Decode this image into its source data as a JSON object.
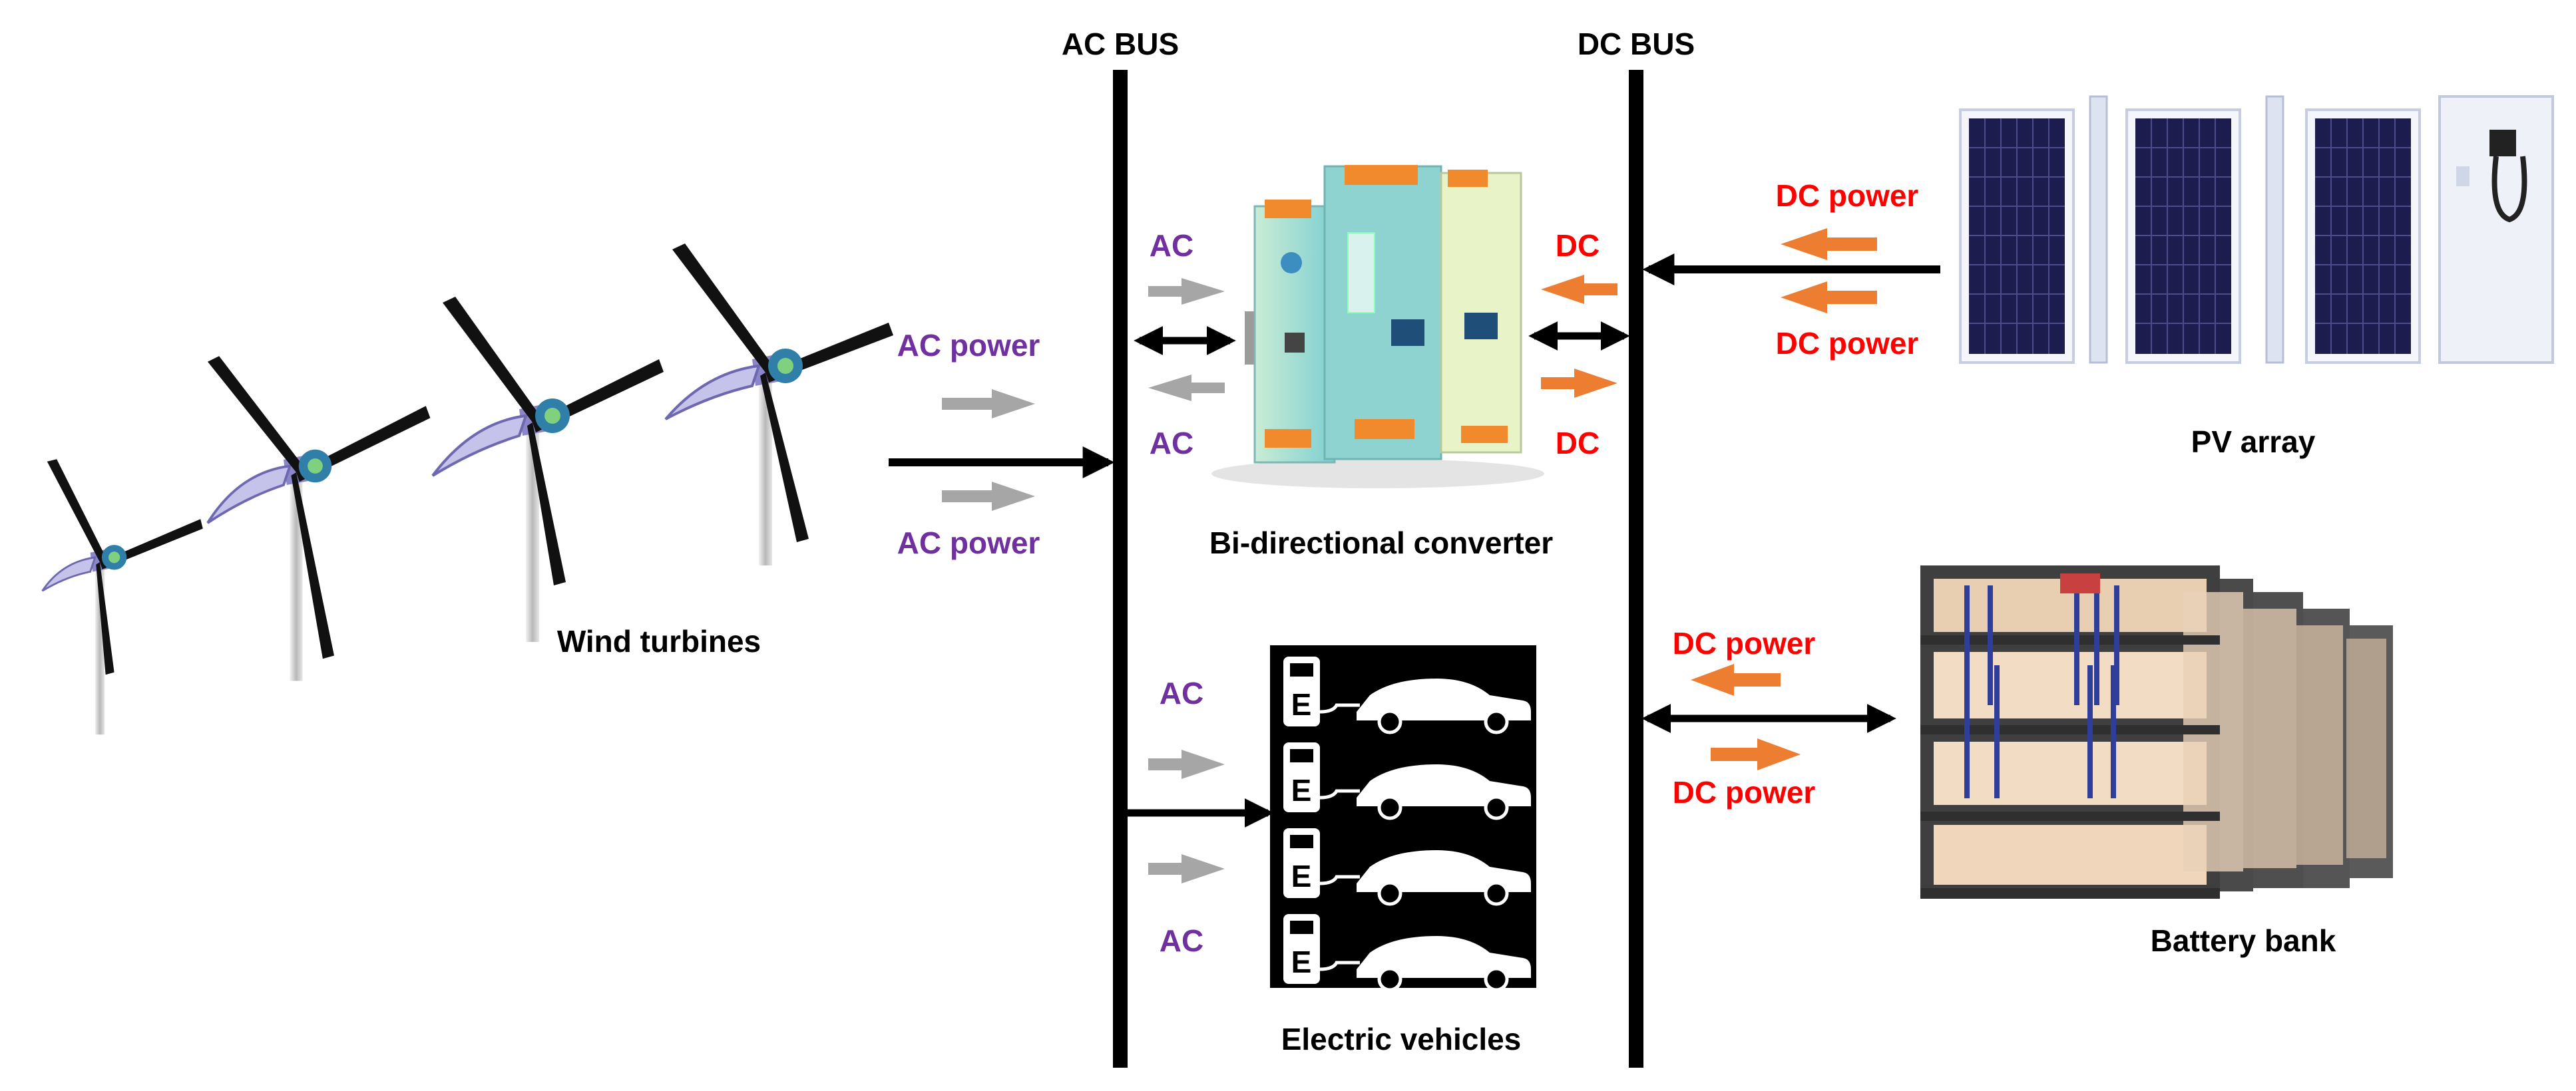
{
  "buses": {
    "ac": "AC BUS",
    "dc": "DC BUS"
  },
  "labels": {
    "wind_turbines": "Wind turbines",
    "converter": "Bi-directional converter",
    "ev": "Electric vehicles",
    "pv": "PV array",
    "battery": "Battery bank",
    "ac_power_top": "AC power",
    "ac_power_bottom": "AC power",
    "conv_ac_top": "AC",
    "conv_ac_bottom": "AC",
    "conv_dc_top": "DC",
    "conv_dc_bottom": "DC",
    "ev_ac_top": "AC",
    "ev_ac_bottom": "AC",
    "pv_dc_top": "DC power",
    "pv_dc_bottom": "DC power",
    "bat_dc_top": "DC power",
    "bat_dc_bottom": "DC power",
    "ev_station_letter": "E"
  },
  "colors": {
    "bus": "#000000",
    "ac_text": "#7030a0",
    "dc_text": "#ff0000",
    "ac_flow_arrow": "#a6a6a6",
    "dc_flow_arrow": "#ed7d31",
    "turbine_blade": "#111111",
    "turbine_body": "#8a86c8",
    "panel_cell": "#1c1d4e",
    "converter_body": "#8fd3d0",
    "battery_frame": "#4a4a4a",
    "battery_cell": "#f3dcc4"
  },
  "icons": {
    "turbine": "wind-turbine-icon",
    "panel": "solar-panel-icon",
    "converter": "converter-icon",
    "ev": "ev-charging-icon",
    "battery": "battery-rack-icon"
  }
}
